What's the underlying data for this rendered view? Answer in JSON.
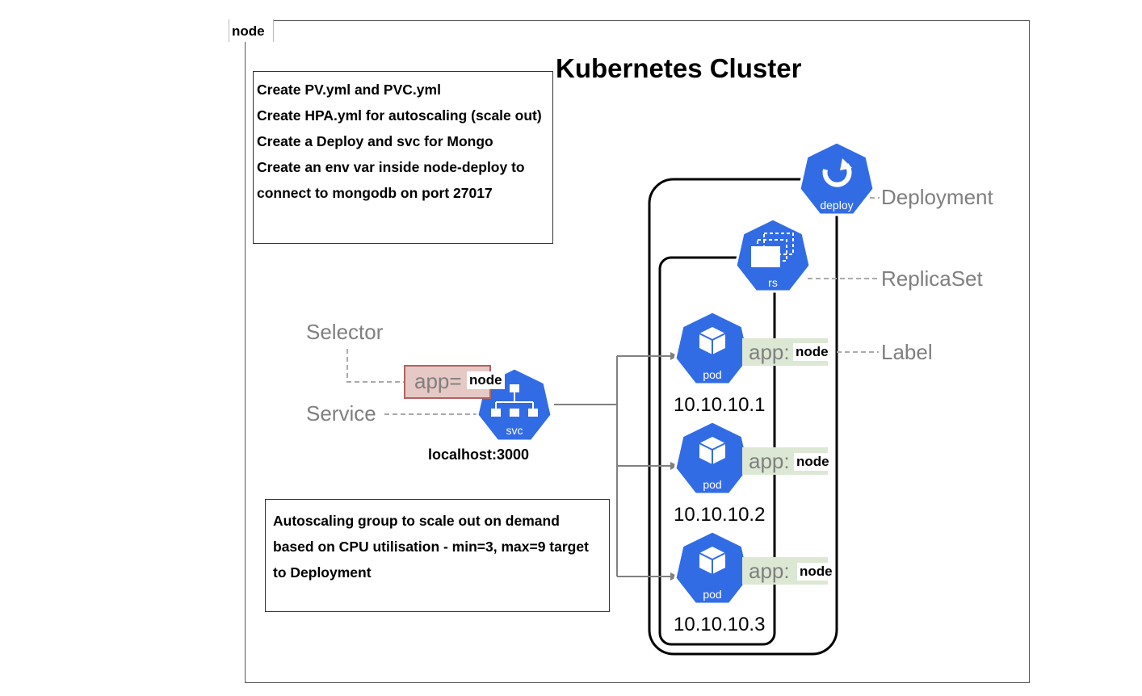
{
  "tab": {
    "label": "node"
  },
  "title": "Kubernetes Cluster",
  "notes": {
    "top": [
      "Create PV.yml and PVC.yml",
      "Create HPA.yml for autoscaling (scale out)",
      "Create a Deploy and svc for Mongo",
      "Create an env var inside node-deploy to connect to mongodb on port 27017"
    ],
    "bottom": "Autoscaling group to scale out on demand based on CPU utilisation - min=3, max=9 target to Deployment"
  },
  "labels": {
    "deployment": "Deployment",
    "replicaset": "ReplicaSet",
    "label": "Label",
    "selector": "Selector",
    "service": "Service"
  },
  "icons": {
    "deploy": "deploy",
    "rs": "rs",
    "svc": "svc",
    "pod": "pod"
  },
  "service": {
    "host": "localhost:3000",
    "selector_key": "app=",
    "selector_value": "node"
  },
  "pods": [
    {
      "ip": "10.10.10.1",
      "label_key": "app:",
      "label_value": "node"
    },
    {
      "ip": "10.10.10.2",
      "label_key": "app:",
      "label_value": "node"
    },
    {
      "ip": "10.10.10.3",
      "label_key": "app:",
      "label_value": "node"
    }
  ],
  "colors": {
    "k8s_blue": "#326ce5",
    "label_green": "#dce8d4",
    "selector_red": "#e6c8c4",
    "gray_text": "#7f7f7f"
  }
}
